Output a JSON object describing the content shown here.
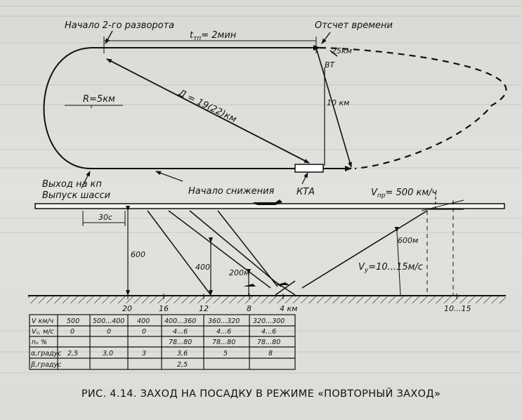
{
  "labels": {
    "start_second_turn": "Начало 2-го разворота",
    "time_label": "t",
    "time_sub": "тп",
    "time_value": "= 2мин",
    "time_reference": "Отсчет времени",
    "dist_25": "25км",
    "bt": "ВТ",
    "dist_10": "10 км",
    "radius": "R=5км",
    "diag_distance": "Д = 19(22)км",
    "kta": "КТА",
    "start_descent": "Начало снижения",
    "exit_kp": "Выход на кп",
    "gear_release": "Выпуск шасси",
    "speed_label": "V",
    "speed_sub": "пр",
    "speed_value": "= 500 км/ч",
    "t30": "30с",
    "h600_left": "600",
    "h400": "400",
    "h200": "200м",
    "h600_right": "600м",
    "vy_label": "V",
    "vy_sub": "у",
    "vy_value": "=10...15м/с"
  },
  "axis_ticks": [
    "20",
    "16",
    "12",
    "8",
    "4 км",
    "10...15"
  ],
  "table": {
    "row_headers": [
      "V км/ч",
      "Vᵧ, м/с",
      "nₒ %",
      "α,градус",
      "β,градус"
    ],
    "rows": [
      [
        "500",
        "500...400",
        "400",
        "400...360",
        "360...320",
        "320...300"
      ],
      [
        "0",
        "0",
        "0",
        "4...6",
        "4...6",
        "4...6"
      ],
      [
        "",
        "",
        "",
        "78...80",
        "78...80",
        "78...80"
      ],
      [
        "2,5",
        "3,0",
        "3",
        "3,6",
        "5",
        "8"
      ],
      [
        "",
        "",
        "",
        "2,5",
        "",
        ""
      ]
    ]
  },
  "caption": "РИС. 4.14. ЗАХОД НА ПОСАДКУ В РЕЖИМЕ «ПОВТОРНЫЙ ЗАХОД»"
}
